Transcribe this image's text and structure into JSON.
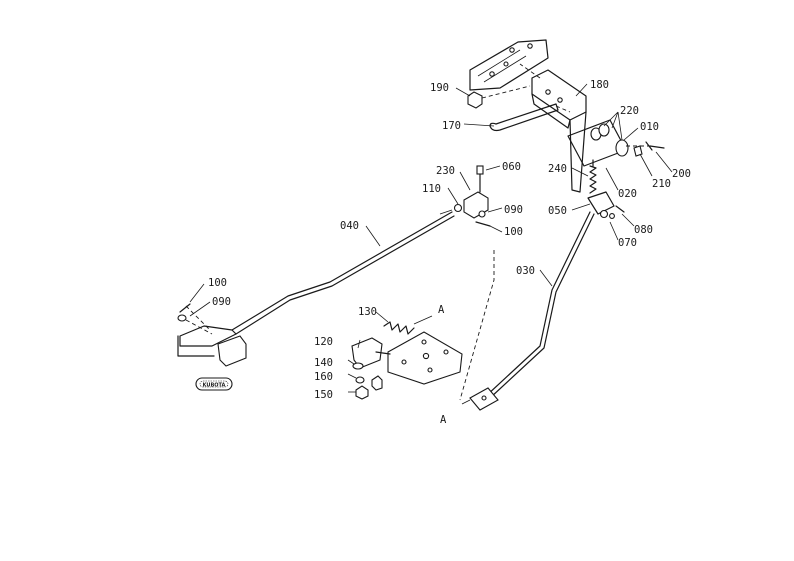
{
  "labels": {
    "p010": "010",
    "p020": "020",
    "p030": "030",
    "p040": "040",
    "p050": "050",
    "p060": "060",
    "p070": "070",
    "p080": "080",
    "p090a": "090",
    "p090b": "090",
    "p100a": "100",
    "p100b": "100",
    "p110": "110",
    "p120": "120",
    "p130": "130",
    "p140": "140",
    "p150": "150",
    "p160": "160",
    "p170": "170",
    "p180": "180",
    "p190": "190",
    "p200": "200",
    "p210": "210",
    "p220": "220",
    "p230": "230",
    "p240": "240",
    "refA1": "A",
    "refA2": "A",
    "logo": "KUBOTA"
  }
}
